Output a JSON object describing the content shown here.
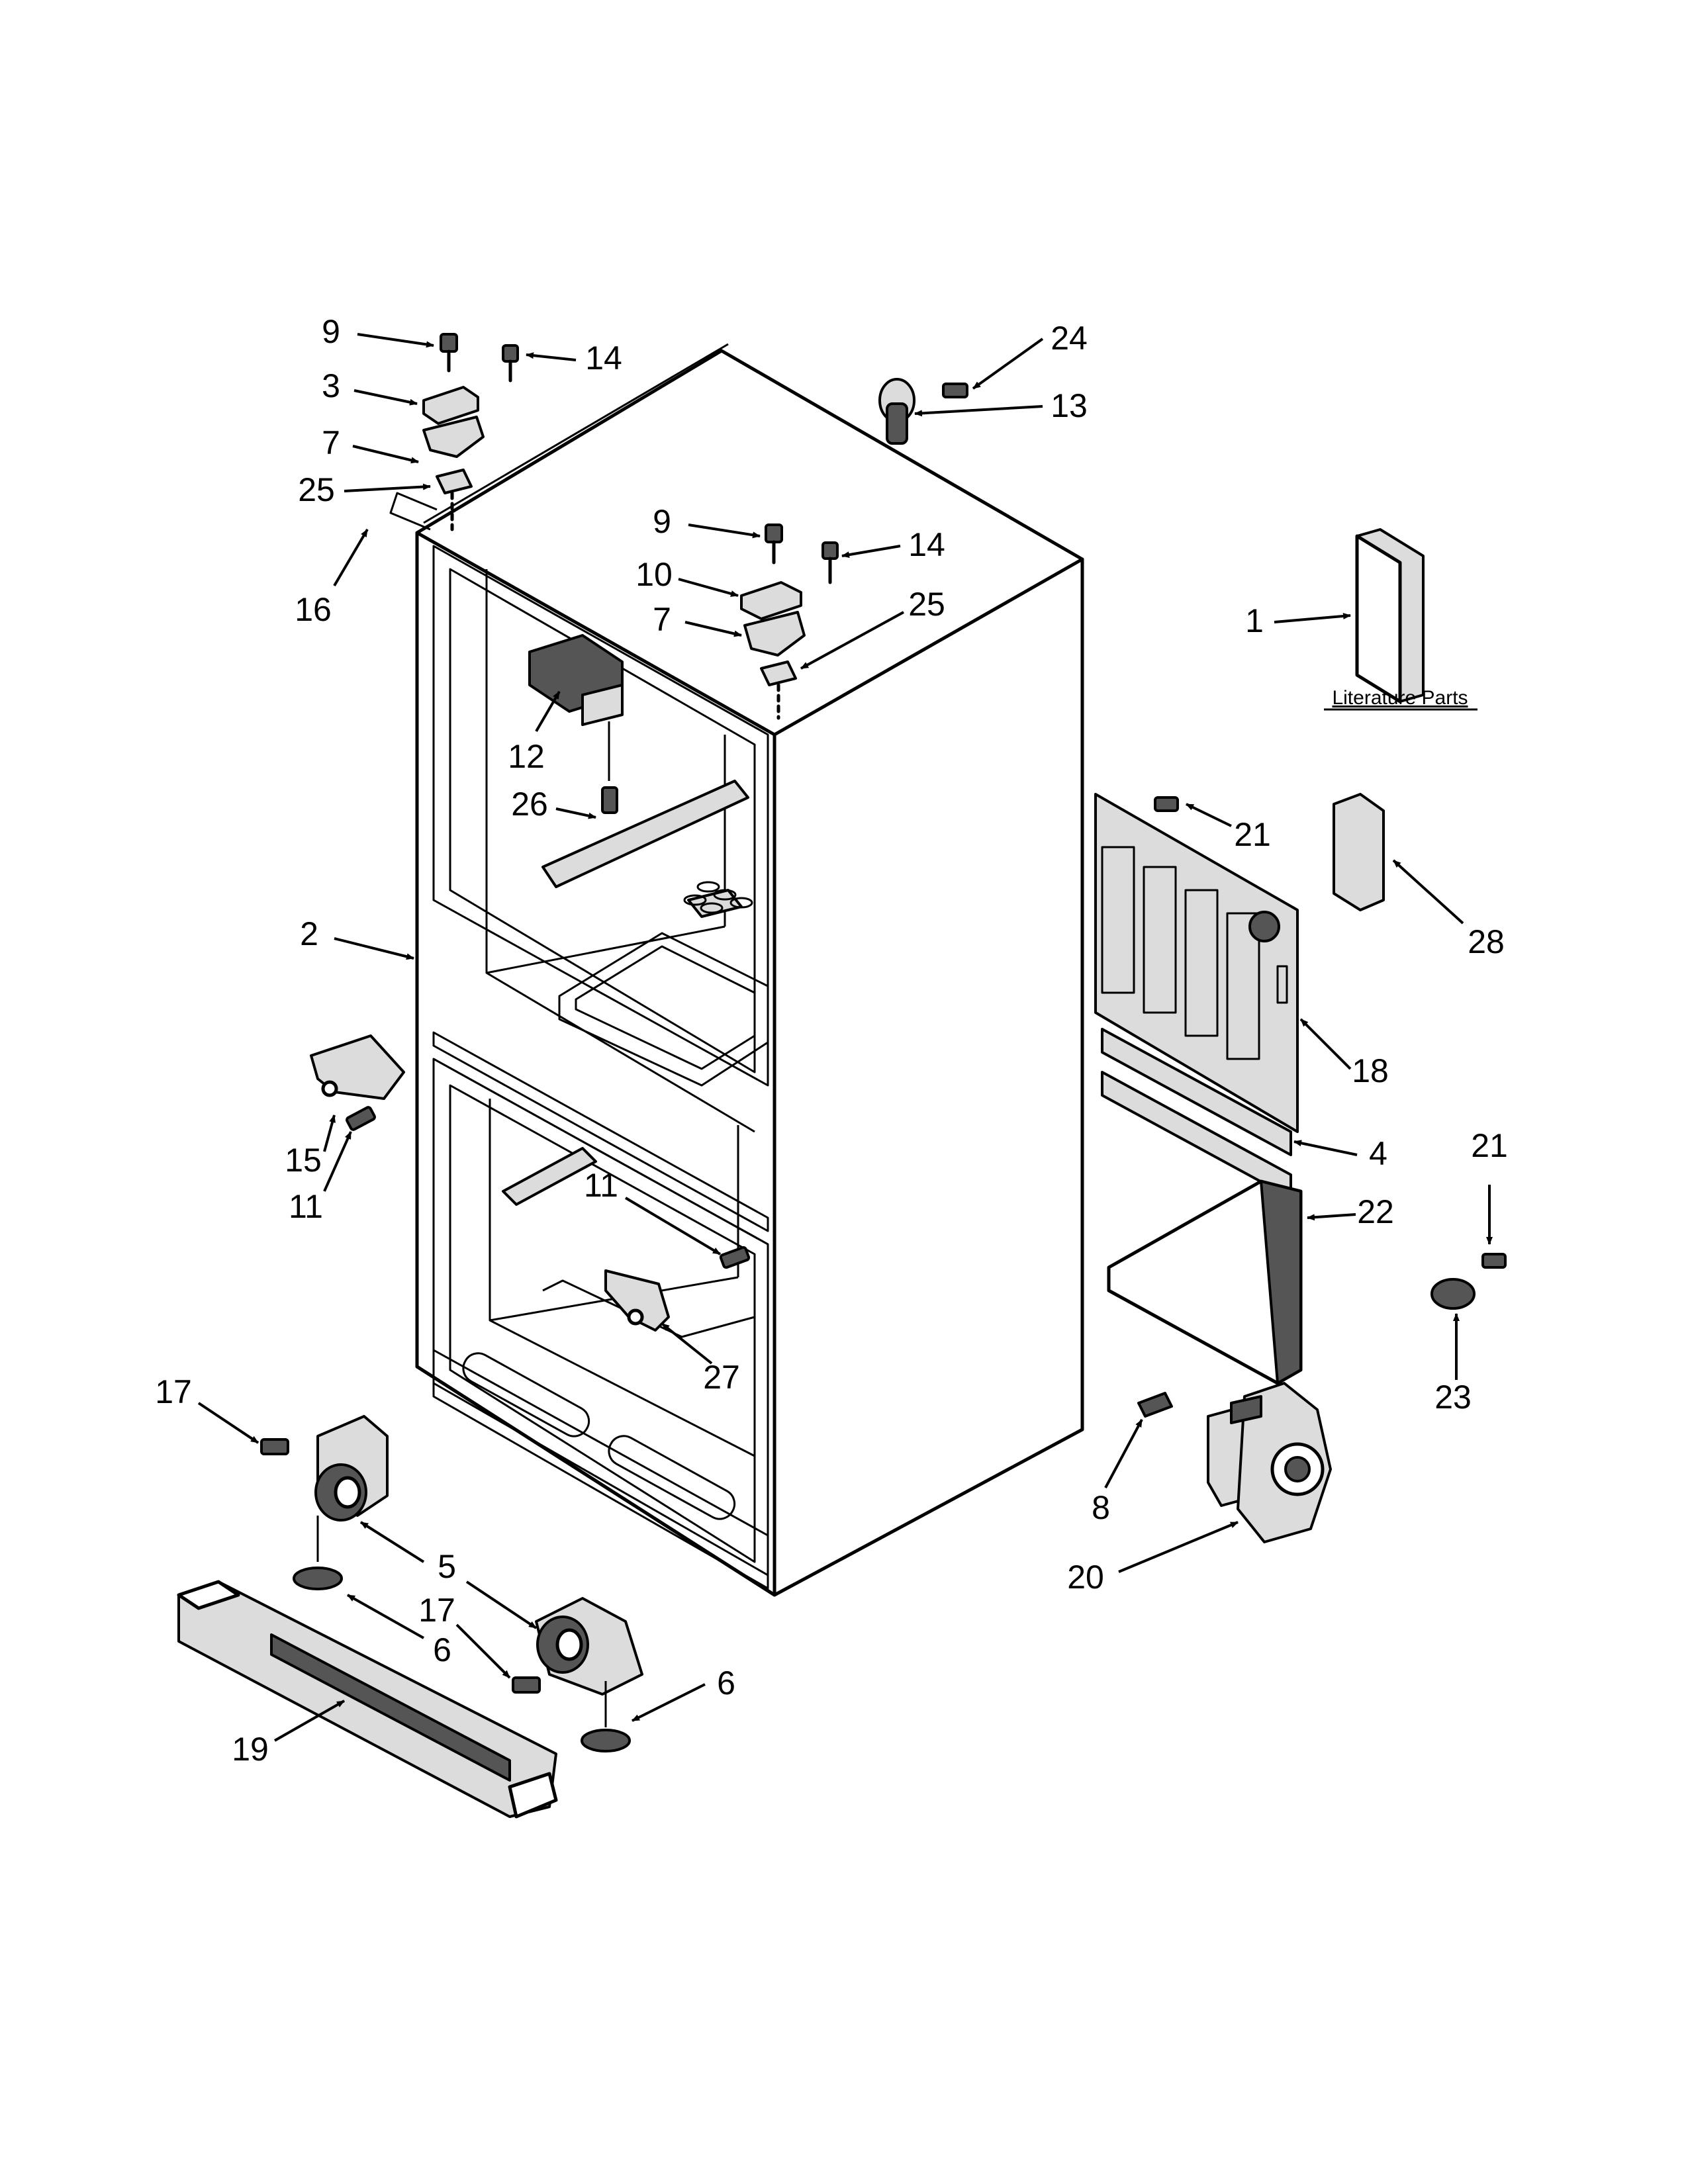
{
  "diagram": {
    "literature_title": "Literature Parts",
    "callouts": [
      {
        "id": "c9a",
        "text": "9"
      },
      {
        "id": "c14a",
        "text": "14"
      },
      {
        "id": "c3",
        "text": "3"
      },
      {
        "id": "c7a",
        "text": "7"
      },
      {
        "id": "c25a",
        "text": "25"
      },
      {
        "id": "c16",
        "text": "16"
      },
      {
        "id": "c24",
        "text": "24"
      },
      {
        "id": "c13",
        "text": "13"
      },
      {
        "id": "c9b",
        "text": "9"
      },
      {
        "id": "c14b",
        "text": "14"
      },
      {
        "id": "c10",
        "text": "10"
      },
      {
        "id": "c7b",
        "text": "7"
      },
      {
        "id": "c25b",
        "text": "25"
      },
      {
        "id": "c1",
        "text": "1"
      },
      {
        "id": "c12",
        "text": "12"
      },
      {
        "id": "c26",
        "text": "26"
      },
      {
        "id": "c21a",
        "text": "21"
      },
      {
        "id": "c28",
        "text": "28"
      },
      {
        "id": "c2",
        "text": "2"
      },
      {
        "id": "c18",
        "text": "18"
      },
      {
        "id": "c15",
        "text": "15"
      },
      {
        "id": "c11a",
        "text": "11"
      },
      {
        "id": "c4",
        "text": "4"
      },
      {
        "id": "c21b",
        "text": "21"
      },
      {
        "id": "c11b",
        "text": "11"
      },
      {
        "id": "c22",
        "text": "22"
      },
      {
        "id": "c27",
        "text": "27"
      },
      {
        "id": "c23",
        "text": "23"
      },
      {
        "id": "c17a",
        "text": "17"
      },
      {
        "id": "c8",
        "text": "8"
      },
      {
        "id": "c5",
        "text": "5"
      },
      {
        "id": "c20",
        "text": "20"
      },
      {
        "id": "c6a",
        "text": "6"
      },
      {
        "id": "c17b",
        "text": "17"
      },
      {
        "id": "c6b",
        "text": "6"
      },
      {
        "id": "c19",
        "text": "19"
      }
    ]
  }
}
